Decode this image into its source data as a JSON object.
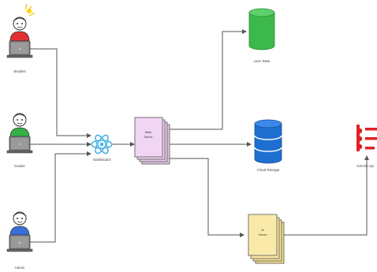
{
  "labels": {
    "student": "Student",
    "grader": "Grader",
    "admin": "Admin",
    "dashboard": "Dashboard",
    "main_server": "Main Server",
    "user_data": "User Data",
    "cloud_storage": "Cloud Storage",
    "ai_server": "AI Server",
    "gemini": "Gemini Api"
  },
  "colors": {
    "user_data": "#3cb94a",
    "cloud_storage": "#1f6fd1",
    "main_server": "#e9cdea",
    "ai_server": "#f8e6a2",
    "dashboard": "#4ab3e6",
    "gemini": "#e02020",
    "edge": "#555555"
  }
}
